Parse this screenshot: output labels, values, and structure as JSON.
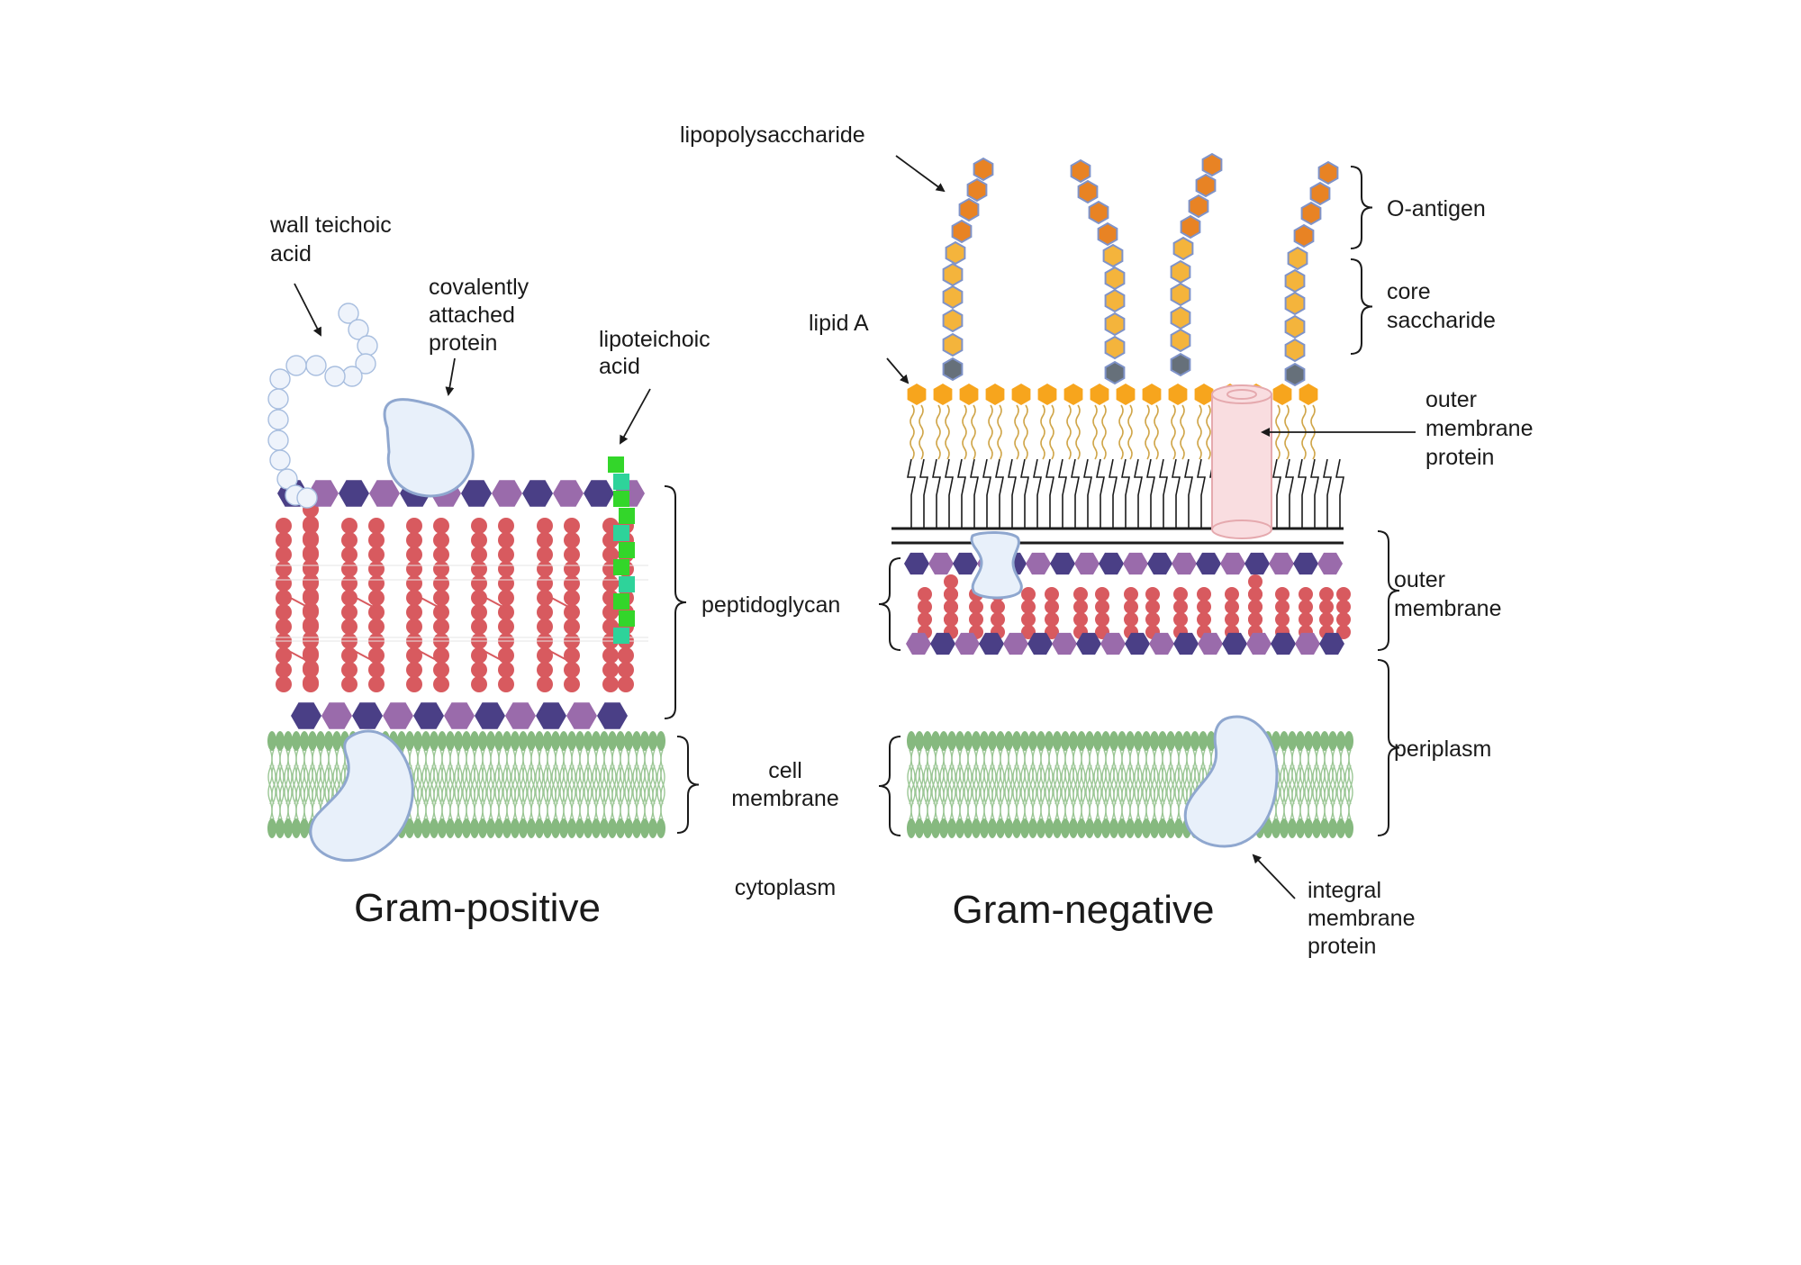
{
  "labels": {
    "wall_teichoic_acid": [
      "wall teichoic",
      "acid"
    ],
    "covalently_attached_protein": [
      "covalently",
      "attached",
      "protein"
    ],
    "lipoteichoic_acid": [
      "lipoteichoic",
      "acid"
    ],
    "peptidoglycan": "peptidoglycan",
    "cell_membrane": [
      "cell",
      "membrane"
    ],
    "cytoplasm": "cytoplasm",
    "lipopolysaccharide": "lipopolysaccharide",
    "lipid_a": "lipid A",
    "o_antigen": "O-antigen",
    "core_saccharide": [
      "core",
      "saccharide"
    ],
    "outer_membrane_protein": [
      "outer",
      "membrane",
      "protein"
    ],
    "outer_membrane": [
      "outer",
      "membrane"
    ],
    "periplasm": "periplasm",
    "integral_membrane_protein": [
      "integral",
      "membrane",
      "protein"
    ]
  },
  "titles": {
    "gram_positive": "Gram-positive",
    "gram_negative": "Gram-negative"
  },
  "colors": {
    "text": "#1a1a1a",
    "sugar_dark": "#4a3f86",
    "sugar_light": "#9a6bab",
    "peptide": "#d85a5f",
    "lipid_head": "#86b97f",
    "lipid_tail": "#9cc796",
    "protein_fill": "#e8f0fa",
    "protein_stroke": "#8fa7cf",
    "teichoic_bead": "#eef3fb",
    "teichoic_bead_stroke": "#a8bedf",
    "lta_green": "#33d62a",
    "lta_teal": "#2ed39a",
    "o_antigen_orange": "#e88324",
    "core_yellow": "#f4b43c",
    "hex_stroke": "#7f93c9",
    "kdo_gray": "#66707a",
    "lipid_a_head": "#f7a51d",
    "lipid_a_tail": "#d0a64a",
    "omp_fill": "#f9dde0",
    "omp_stroke": "#e5a9ae",
    "phospholipid": "#1b1b1b"
  },
  "icons": [
    "bracket-icon",
    "arrow-icon",
    "hexagon-icon",
    "bead-icon"
  ]
}
